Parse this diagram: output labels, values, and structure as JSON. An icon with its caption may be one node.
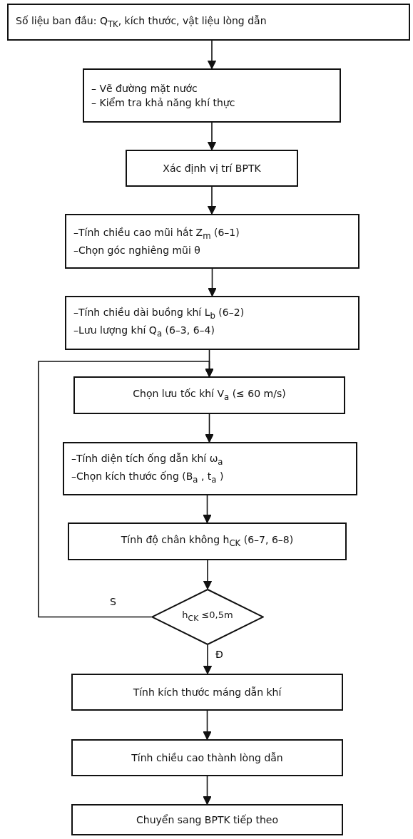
{
  "diagram": {
    "nodes": [
      {
        "text": [
          "Số liệu ban đầu: Q$_{TK}$, kích thước, vật liệu lòng dẫn"
        ]
      },
      {
        "text": [
          "– Vẽ đường mặt nước",
          "– Kiểm tra khả năng khí thực"
        ]
      },
      {
        "text": [
          "Xác định vị trí BPTK"
        ]
      },
      {
        "text": [
          "–Tính chiều cao mũi hắt Z$_{m}$ (6–1)",
          "–Chọn góc nghiêng mũi θ"
        ]
      },
      {
        "text": [
          "–Tính chiều dài buồng khí L$_{b}$ (6–2)",
          "–Lưu lượng khí Q$_{a}$ (6–3, 6–4)"
        ]
      },
      {
        "text": [
          "Chọn lưu tốc khí V$_{a}$ (≤ 60 m/s)"
        ]
      },
      {
        "text": [
          "–Tính diện tích ống dẫn khí ω$_{a}$",
          "–Chọn kích thước ống (B$_{a}$ , t$_{a}$ )"
        ]
      },
      {
        "text": [
          "Tính độ chân không h$_{CK}$ (6–7, 6–8)"
        ]
      },
      {
        "text": [
          "h$_{CK}$ ≤0,5m"
        ]
      },
      {
        "text": [
          "Tính kích thước máng dẫn khí"
        ]
      },
      {
        "text": [
          "Tính chiều cao thành lòng dẫn"
        ]
      },
      {
        "text": [
          "Chuyển sang BPTK tiếp theo"
        ]
      }
    ],
    "edges": [
      {
        "from": 0,
        "to": 1,
        "arrow": "to"
      },
      {
        "from": 1,
        "to": 2,
        "arrow": "to"
      },
      {
        "from": 2,
        "to": 3,
        "arrow": "to"
      },
      {
        "from": 3,
        "to": 4,
        "arrow": "to"
      },
      {
        "from": 4,
        "to": 5,
        "arrow": "to"
      },
      {
        "from": 5,
        "to": 6,
        "arrow": "to"
      },
      {
        "from": 6,
        "to": 7,
        "arrow": "to"
      },
      {
        "from": 7,
        "to": 8,
        "arrow": "to"
      },
      {
        "from": 8,
        "to": 5,
        "arrow": "to",
        "label": "S"
      },
      {
        "from": 8,
        "to": 9,
        "arrow": "to",
        "label": "Đ"
      },
      {
        "from": 9,
        "to": 10,
        "arrow": "to"
      },
      {
        "from": 10,
        "to": 11,
        "arrow": "to"
      }
    ]
  }
}
